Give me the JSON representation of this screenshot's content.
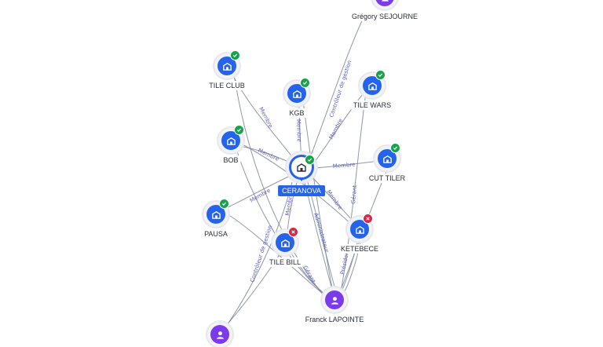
{
  "colors": {
    "company": "#2563eb",
    "person": "#7c3aed",
    "active": "#16a34a",
    "inactive": "#dc2649",
    "edge": "#7d8597",
    "edge_label": "#5b5fc7"
  },
  "nodes": {
    "center": {
      "label": "CERANOVA",
      "icon": "building-icon",
      "status": "active"
    },
    "tile_club": {
      "label": "TILE CLUB",
      "icon": "building-icon",
      "status": "active"
    },
    "kgb": {
      "label": "KGB",
      "icon": "building-icon",
      "status": "active"
    },
    "tile_wars": {
      "label": "TILE WARS",
      "icon": "building-icon",
      "status": "active"
    },
    "bob": {
      "label": "BOB",
      "icon": "building-icon",
      "status": "active"
    },
    "cut_tiler": {
      "label": "CUT TILER",
      "icon": "building-icon",
      "status": "active"
    },
    "pausa": {
      "label": "PAUSA",
      "icon": "building-icon",
      "status": "active"
    },
    "tile_bill": {
      "label": "TILE BILL",
      "icon": "building-icon",
      "status": "inactive"
    },
    "ketebece": {
      "label": "KETEBECE",
      "icon": "building-icon",
      "status": "inactive"
    },
    "gregory": {
      "label": "Grégory SEJOURNE",
      "icon": "person-icon"
    },
    "franck": {
      "label": "Franck LAPOINTE",
      "icon": "person-icon"
    },
    "partial_person": {
      "label": "",
      "icon": "person-icon"
    }
  },
  "edge_labels": {
    "membre": "Membre",
    "controleur": "Contrôleur de gestion",
    "gerant": "Gérant",
    "administrateur": "Administrateur",
    "president": "Président"
  }
}
